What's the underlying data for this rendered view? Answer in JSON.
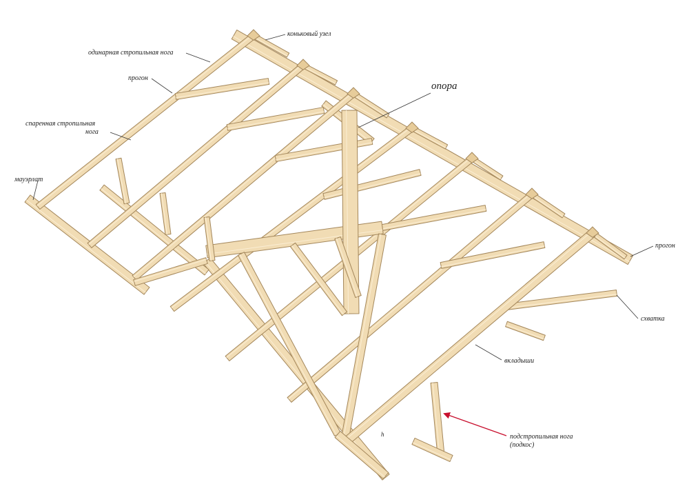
{
  "labels": {
    "ridge_node": "коньковый узел",
    "single_rafter": "одинарная стропильная нога",
    "purlin_left": "прогон",
    "paired_rafter_line1": "спаренная стропильная",
    "paired_rafter_line2": "нога",
    "wall_plate": "мауэрлат",
    "support": "опора",
    "purlin_right": "прогон",
    "collar_tie": "схватка",
    "inserts": "вкладыши",
    "strut_line1": "подстропильная нога",
    "strut_line2": "(подкос)",
    "dimension_h": "h"
  },
  "colors": {
    "wood_fill": "#f1dcb4",
    "wood_edge": "#a3865a",
    "leader": "#333333",
    "accent_arrow": "#c8102e"
  }
}
